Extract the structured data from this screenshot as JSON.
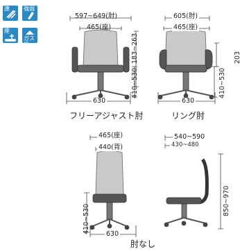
{
  "icons": [
    {
      "name": "sync-lock-icon",
      "label": "連",
      "color": "#2a88c4"
    },
    {
      "name": "strength-adjust-icon",
      "label": "強弱",
      "color": "#2a88c4"
    },
    {
      "name": "seat-slide-icon",
      "label": "座",
      "color": "#2a88c4"
    },
    {
      "name": "gas-lift-icon",
      "label": "ガス圧",
      "color": "#2a88c4"
    }
  ],
  "chairs": {
    "free_arm": {
      "top_width": "597~649(肘)",
      "seat_width": "465(座)",
      "height_arm": "183~263",
      "seat_height": "410~530",
      "base_width": "630",
      "caption": "フリーアジャスト肘"
    },
    "ring_arm": {
      "top_width": "605(肘)",
      "seat_width": "465(座)",
      "height_arm": "203",
      "seat_height": "410~530",
      "base_width": "630",
      "caption": "リング肘"
    },
    "no_arm": {
      "seat_width": "465(座)",
      "back_width": "440(背)",
      "seat_height": "410~530",
      "base_width": "630",
      "caption": "肘なし"
    },
    "side": {
      "depth": "540~590",
      "seat_depth": "430~480",
      "total_height": "850~970"
    }
  }
}
